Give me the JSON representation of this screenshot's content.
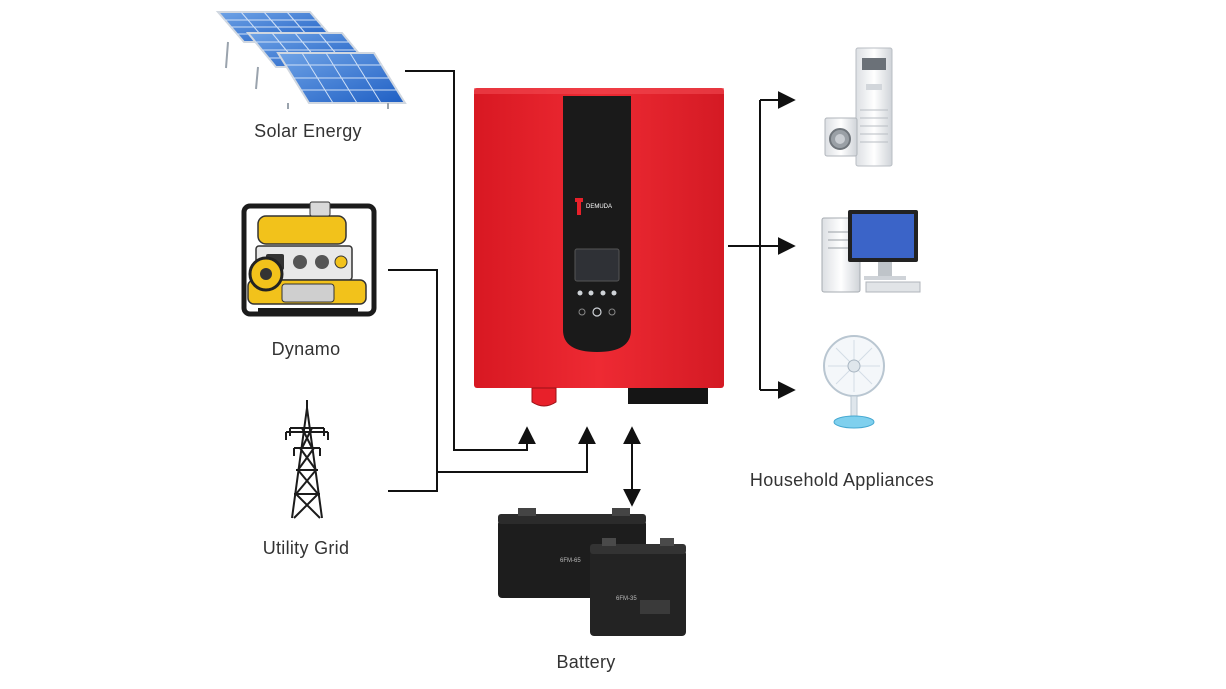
{
  "sources": {
    "solar": "Solar Energy",
    "dynamo": "Dynamo",
    "grid": "Utility Grid"
  },
  "loads": {
    "title": "Household Appliances"
  },
  "storage": {
    "battery": "Battery",
    "battery_large_model": "6FM-65",
    "battery_small_model": "6FM-35"
  },
  "inverter": {
    "brand": "DEMUDA",
    "body_color": "#e8202a",
    "panel_color": "#1a1a1a"
  },
  "appliance_icons": [
    "air-conditioner-icon",
    "washing-machine-icon",
    "desktop-computer-icon",
    "electric-fan-icon"
  ]
}
